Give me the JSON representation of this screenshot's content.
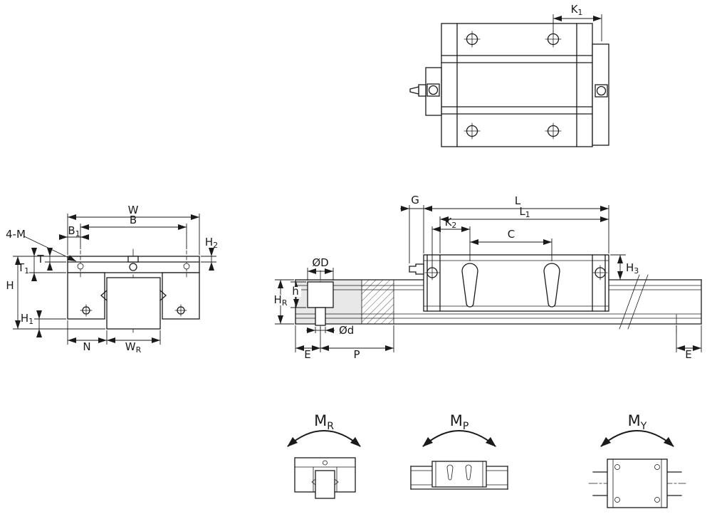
{
  "drawing": {
    "background": "#ffffff",
    "ink": "#1a1a1a",
    "section_fill": "#e8e8e8"
  },
  "labels": {
    "k1": {
      "base": "K",
      "sub": "1"
    },
    "four_m": {
      "base": "4-M",
      "sub": ""
    },
    "w": {
      "base": "W",
      "sub": ""
    },
    "b1": {
      "base": "B",
      "sub": "1"
    },
    "b": {
      "base": "B",
      "sub": ""
    },
    "h2": {
      "base": "H",
      "sub": "2"
    },
    "t1": {
      "base": "T",
      "sub": "1"
    },
    "t": {
      "base": "T",
      "sub": ""
    },
    "h_total": {
      "base": "H",
      "sub": ""
    },
    "h1": {
      "base": "H",
      "sub": "1"
    },
    "n": {
      "base": "N",
      "sub": ""
    },
    "wr": {
      "base": "W",
      "sub": "R"
    },
    "g": {
      "base": "G",
      "sub": ""
    },
    "l": {
      "base": "L",
      "sub": ""
    },
    "l1": {
      "base": "L",
      "sub": "1"
    },
    "k2": {
      "base": "K",
      "sub": "2"
    },
    "c": {
      "base": "C",
      "sub": ""
    },
    "h3": {
      "base": "H",
      "sub": "3"
    },
    "dia_d_head": {
      "base": "ØD",
      "sub": ""
    },
    "h_bolt": {
      "base": "h",
      "sub": ""
    },
    "hr": {
      "base": "H",
      "sub": "R"
    },
    "dia_d_shank": {
      "base": "Ød",
      "sub": ""
    },
    "e_left": {
      "base": "E",
      "sub": ""
    },
    "p": {
      "base": "P",
      "sub": ""
    },
    "e_right": {
      "base": "E",
      "sub": ""
    },
    "mr": {
      "base": "M",
      "sub": "R"
    },
    "mp": {
      "base": "M",
      "sub": "P"
    },
    "my": {
      "base": "M",
      "sub": "Y"
    }
  }
}
